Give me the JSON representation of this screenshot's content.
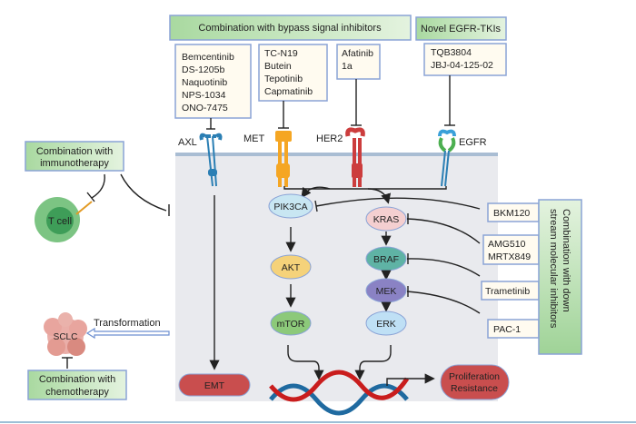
{
  "bypass": {
    "title": "Combination with bypass signal inhibitors",
    "axl_drugs": [
      "Bemcentinib",
      "DS-1205b",
      "Naquotinib",
      "NPS-1034",
      "ONO-7475"
    ],
    "met_drugs": [
      "TC-N19",
      "Butein",
      "Tepotinib",
      "Capmatinib"
    ],
    "her2_drugs": [
      "Afatinib",
      "1a"
    ]
  },
  "egfr_tki": {
    "title": "Novel EGFR-TKIs",
    "drugs": [
      "TQB3804",
      "JBJ-04-125-02"
    ]
  },
  "receptors": {
    "axl": "AXL",
    "met": "MET",
    "her2": "HER2",
    "egfr": "EGFR"
  },
  "immuno": {
    "line1": "Combination with",
    "line2": "immunotherapy",
    "tcell": "T cell"
  },
  "chemo": {
    "line1": "Combination with",
    "line2": "chemotherapy",
    "sclc": "SCLC",
    "transformation": "Transformation"
  },
  "nodes": {
    "pik3ca": "PIK3CA",
    "akt": "AKT",
    "mtor": "mTOR",
    "kras": "KRAS",
    "braf": "BRAF",
    "mek": "MEK",
    "erk": "ERK"
  },
  "outcomes": {
    "emt": "EMT",
    "prolif1": "Proliferation",
    "prolif2": "Resistance"
  },
  "downstream": {
    "title1": "Combination with down",
    "title2": "stream molecular inhibitors",
    "bkm": "BKM120",
    "kras_drugs": [
      "AMG510",
      "MRTX849"
    ],
    "mek_drug": "Trametinib",
    "erk_drug": "PAC-1"
  }
}
